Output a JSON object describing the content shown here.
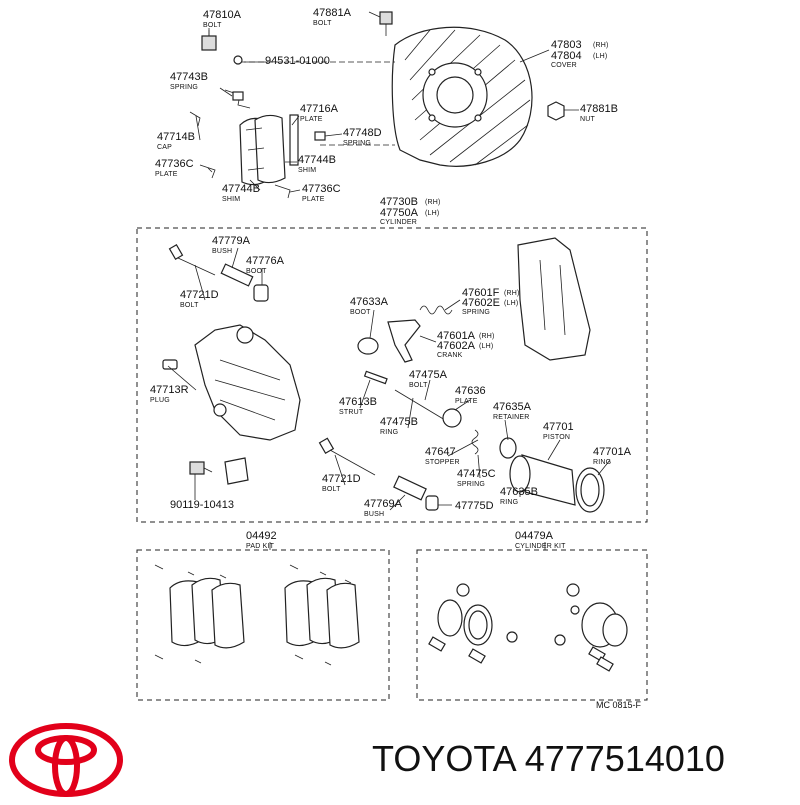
{
  "brand": {
    "name": "TOYOTA",
    "part_number": "4777514010",
    "logo_color": "#e2001a"
  },
  "diagram_code": "MC 0815-F",
  "labels": [
    {
      "id": "l1",
      "pn": "47810A",
      "sub": "BOLT"
    },
    {
      "id": "l2",
      "pn": "47881A",
      "sub": "BOLT"
    },
    {
      "id": "l3",
      "pn": "94531-01000",
      "sub": ""
    },
    {
      "id": "l4",
      "pn": "47803",
      "sub": "COVER",
      "pn2": "47804"
    },
    {
      "id": "l5",
      "pn": "47743B",
      "sub": "SPRING"
    },
    {
      "id": "l6",
      "pn": "47716A",
      "sub": "PLATE"
    },
    {
      "id": "l7",
      "pn": "47881B",
      "sub": "NUT"
    },
    {
      "id": "l8",
      "pn": "47714B",
      "sub": "CAP"
    },
    {
      "id": "l9",
      "pn": "47748D",
      "sub": "SPRING"
    },
    {
      "id": "l10",
      "pn": "47736C",
      "sub": "PLATE"
    },
    {
      "id": "l11",
      "pn": "47744B",
      "sub": "SHIM"
    },
    {
      "id": "l12",
      "pn": "47744B",
      "sub": "SHIM"
    },
    {
      "id": "l13",
      "pn": "47736C",
      "sub": "PLATE"
    },
    {
      "id": "l14",
      "pn": "47730B",
      "sub": "CYLINDER",
      "pn2": "47750A"
    },
    {
      "id": "l15",
      "pn": "47779A",
      "sub": "BUSH"
    },
    {
      "id": "l16",
      "pn": "47776A",
      "sub": "BOOT"
    },
    {
      "id": "l17",
      "pn": "47721D",
      "sub": "BOLT"
    },
    {
      "id": "l18",
      "pn": "47633A",
      "sub": "BOOT"
    },
    {
      "id": "l19",
      "pn": "47601F",
      "sub": "SPRING",
      "pn2": "47602E"
    },
    {
      "id": "l20",
      "pn": "47601A",
      "sub": "CRANK",
      "pn2": "47602A"
    },
    {
      "id": "l21",
      "pn": "47475A",
      "sub": "BOLT"
    },
    {
      "id": "l22",
      "pn": "47713R",
      "sub": "PLUG"
    },
    {
      "id": "l23",
      "pn": "47636",
      "sub": "PLATE"
    },
    {
      "id": "l24",
      "pn": "47613B",
      "sub": "STRUT"
    },
    {
      "id": "l25",
      "pn": "47635A",
      "sub": "RETAINER"
    },
    {
      "id": "l26",
      "pn": "47475B",
      "sub": "RING"
    },
    {
      "id": "l27",
      "pn": "47701",
      "sub": "PISTON"
    },
    {
      "id": "l28",
      "pn": "47701A",
      "sub": "RING"
    },
    {
      "id": "l29",
      "pn": "47647",
      "sub": "STOPPER"
    },
    {
      "id": "l30",
      "pn": "47475C",
      "sub": "SPRING"
    },
    {
      "id": "l31",
      "pn": "47721D",
      "sub": "BOLT"
    },
    {
      "id": "l32",
      "pn": "47635B",
      "sub": "RING"
    },
    {
      "id": "l33",
      "pn": "90119-10413",
      "sub": ""
    },
    {
      "id": "l34",
      "pn": "47769A",
      "sub": "BUSH"
    },
    {
      "id": "l35",
      "pn": "47775D",
      "sub": ""
    },
    {
      "id": "l36",
      "pn": "04492",
      "sub": "PAD KIT"
    },
    {
      "id": "l37",
      "pn": "04479A",
      "sub": "CYLINDER KIT"
    }
  ],
  "side_marks": {
    "rh": "(RH)",
    "lh": "(LH)"
  }
}
